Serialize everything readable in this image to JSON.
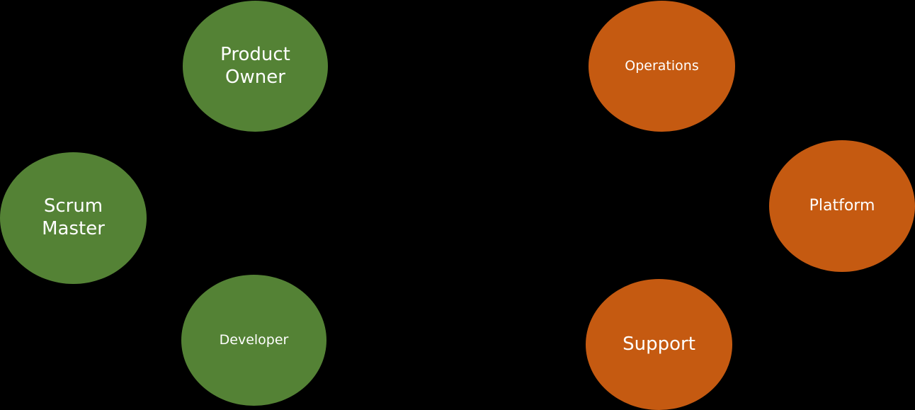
{
  "colors": {
    "background": "#000000",
    "green": "#548235",
    "orange": "#C55A11",
    "text": "#ffffff"
  },
  "nodes": {
    "product_owner": "Product\nOwner",
    "scrum_master": "Scrum\nMaster",
    "developer": "Developer",
    "operations": "Operations",
    "platform": "Platform",
    "support": "Support"
  }
}
